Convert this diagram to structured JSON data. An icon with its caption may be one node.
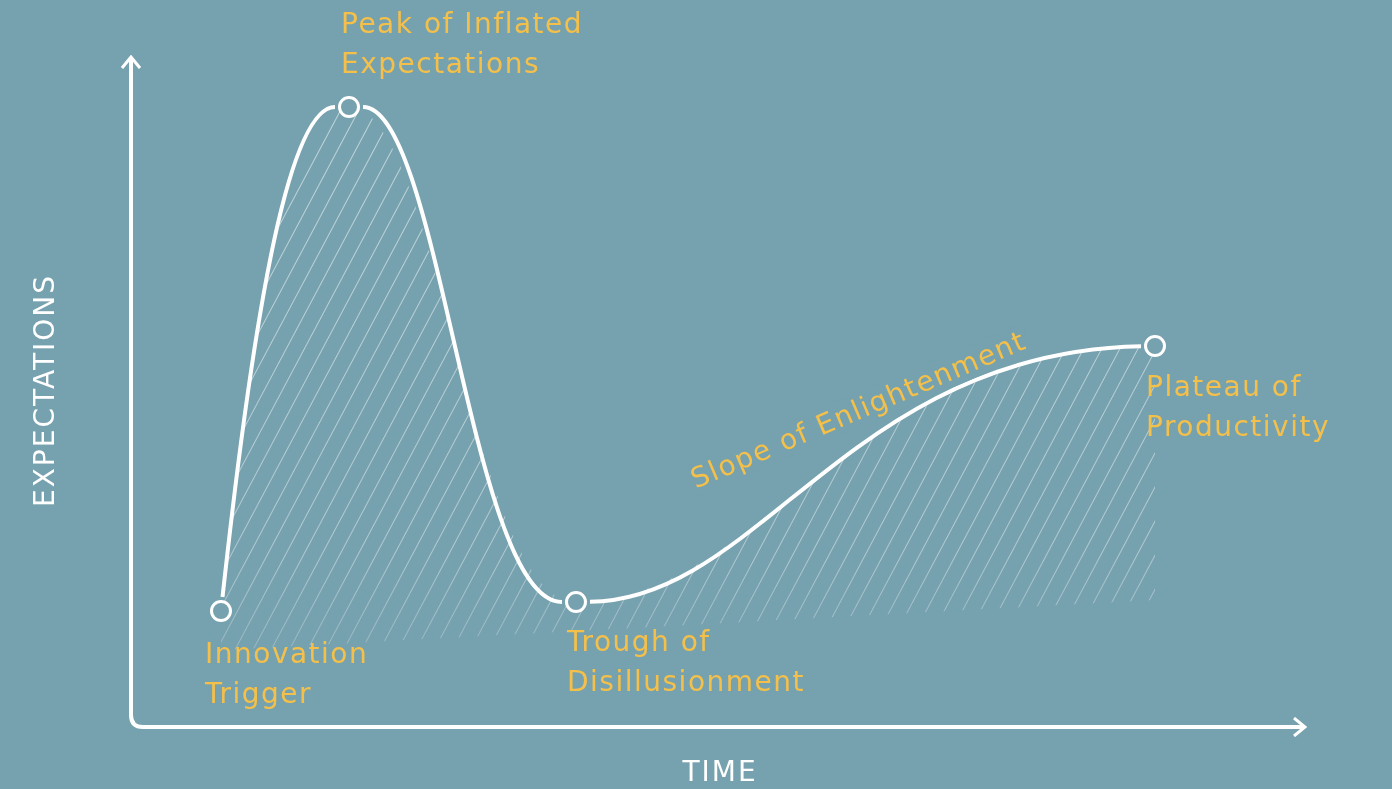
{
  "diagram": {
    "nodes": [
      {
        "text": [],
        "shape": "circle",
        "beside": [
          "Innovation Trigger"
        ]
      },
      {
        "text": [],
        "shape": "circle",
        "beside": [
          "Peak of Inflated Expectations"
        ]
      },
      {
        "text": [],
        "shape": "circle",
        "beside": [
          "Trough of Disillusionment"
        ]
      },
      {
        "text": [],
        "shape": "circle",
        "beside": [
          "Plateau of Productivity"
        ]
      }
    ],
    "edges": [
      {
        "from": 0,
        "to": 1,
        "arrow": "none"
      },
      {
        "from": 1,
        "to": 2,
        "arrow": "none"
      },
      {
        "from": 2,
        "to": 3,
        "arrow": "none",
        "label": "Slope of Enlightenment"
      }
    ],
    "labels": [
      "EXPECTATIONS",
      "TIME"
    ]
  }
}
